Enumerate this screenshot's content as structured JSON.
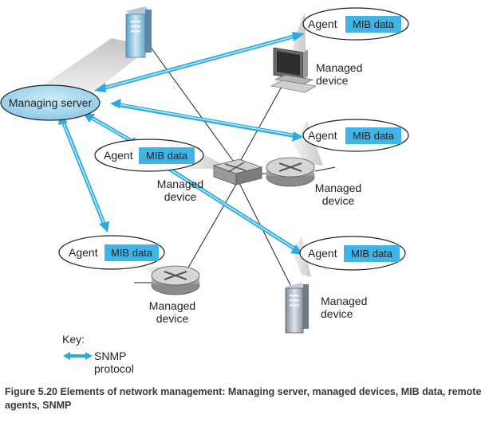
{
  "managing_server": {
    "label": "Managing server"
  },
  "agent_label": "Agent",
  "mib_label": "MIB data",
  "managed_device_line1": "Managed",
  "managed_device_line2": "device",
  "key": {
    "title": "Key:",
    "line1": "SNMP",
    "line2": "protocol"
  },
  "caption": "Figure 5.20 Elements of network management: Managing server, managed devices, MIB data, remote agents, SNMP",
  "colors": {
    "arrow": "#29abe2",
    "mib_fill": "#40b4e5",
    "server_fill": "#a8d8ee",
    "beam": "#cfcfcf"
  }
}
